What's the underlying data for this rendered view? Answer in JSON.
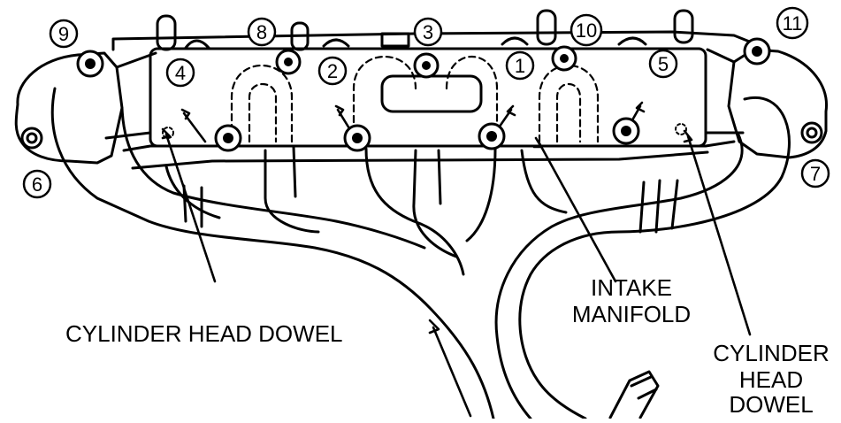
{
  "bolt_numbers": [
    "9",
    "8",
    "3",
    "10",
    "11",
    "4",
    "2",
    "1",
    "5",
    "6",
    "7"
  ],
  "labels": {
    "head_dowel_left": "CYLINDER HEAD DOWEL",
    "intake_1": "INTAKE",
    "intake_2": "MANIFOLD",
    "head_dowel_right_1": "CYLINDER",
    "head_dowel_right_2": "HEAD",
    "head_dowel_right_3": "DOWEL"
  }
}
